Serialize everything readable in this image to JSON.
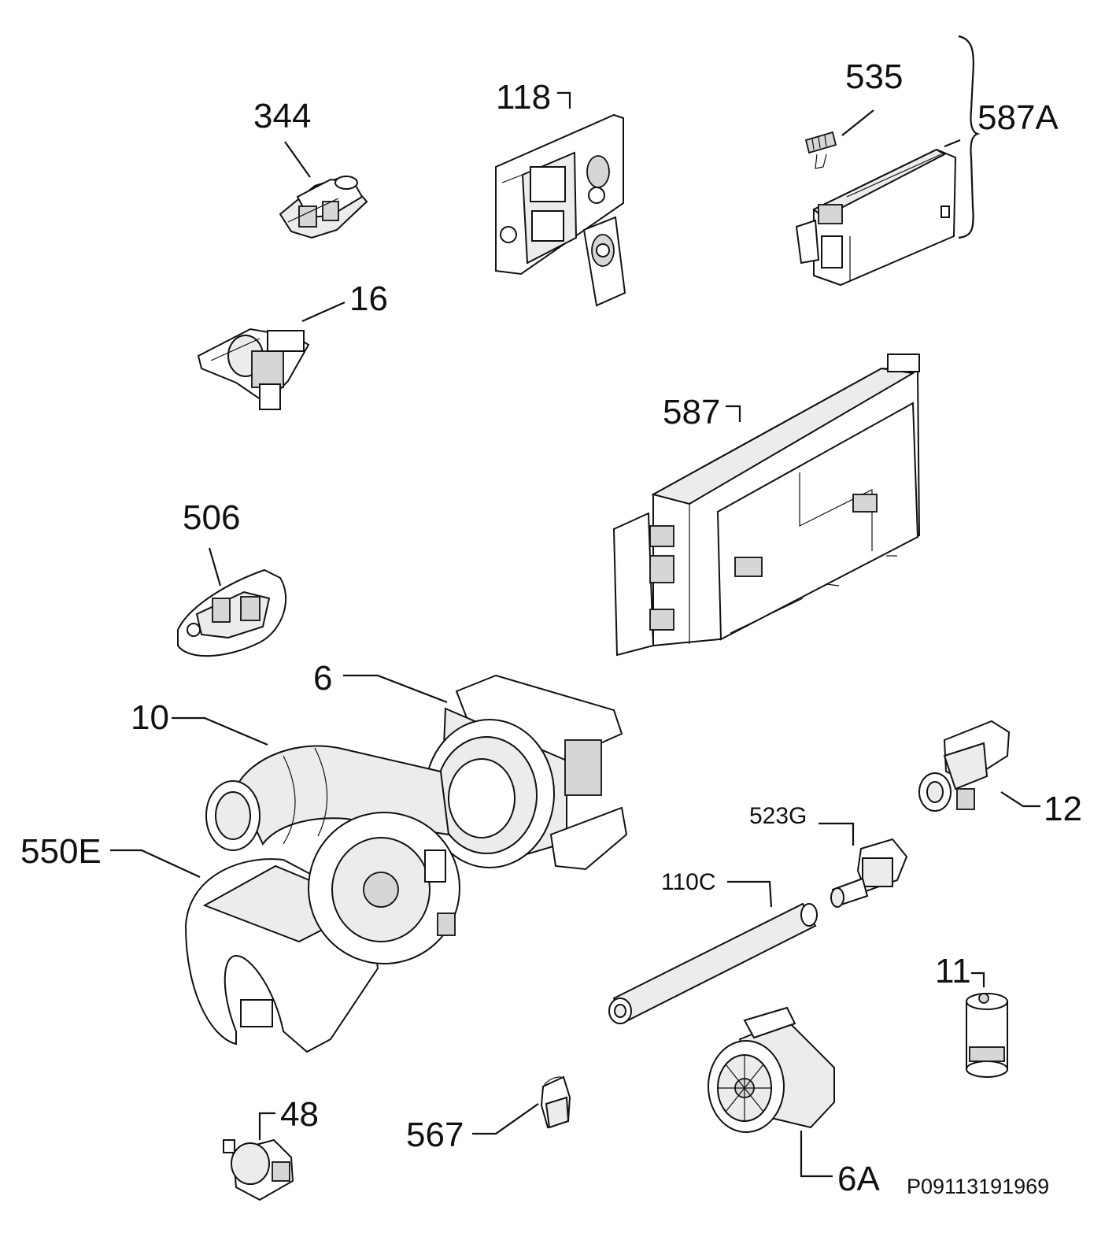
{
  "diagram": {
    "reference_code": "P09113191969",
    "parts": [
      {
        "id": "p344",
        "label": "344"
      },
      {
        "id": "p118",
        "label": "118"
      },
      {
        "id": "p535",
        "label": "535"
      },
      {
        "id": "p587A",
        "label": "587A"
      },
      {
        "id": "p16",
        "label": "16"
      },
      {
        "id": "p587",
        "label": "587"
      },
      {
        "id": "p506",
        "label": "506"
      },
      {
        "id": "p6",
        "label": "6"
      },
      {
        "id": "p10",
        "label": "10"
      },
      {
        "id": "p550E",
        "label": "550E"
      },
      {
        "id": "p12",
        "label": "12"
      },
      {
        "id": "p523G",
        "label": "523G"
      },
      {
        "id": "p110C",
        "label": "110C"
      },
      {
        "id": "p11",
        "label": "11"
      },
      {
        "id": "p48",
        "label": "48"
      },
      {
        "id": "p567",
        "label": "567"
      },
      {
        "id": "p6A",
        "label": "6A"
      }
    ]
  }
}
